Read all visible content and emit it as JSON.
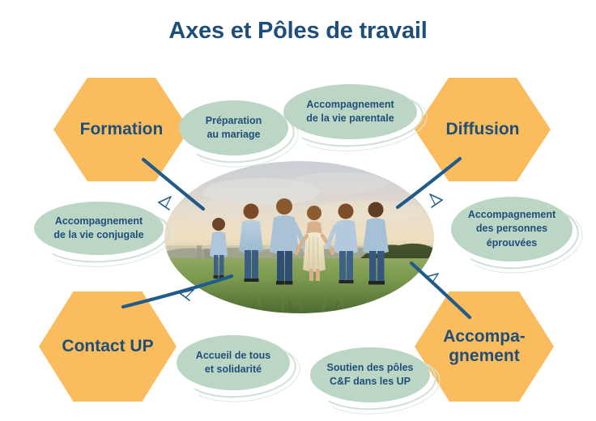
{
  "page": {
    "title": "Axes et Pôles de travail",
    "background_color": "#FFFFFF"
  },
  "colors": {
    "navy": "#1F4E79",
    "orange": "#FBBC5E",
    "sage_green": "#BCD6C6",
    "arrow_blue": "#1F5C8B"
  },
  "hexagons": [
    {
      "id": "formation",
      "label": "Formation",
      "position": "top-left"
    },
    {
      "id": "diffusion",
      "label": "Diffusion",
      "position": "top-right"
    },
    {
      "id": "contact-up",
      "label": "Contact UP",
      "position": "bottom-left"
    },
    {
      "id": "accompagnement",
      "label": "Accompa-\ngnement",
      "position": "bottom-right"
    }
  ],
  "tags": [
    {
      "id": "preparation-mariage",
      "line1": "Préparation",
      "line2": "au mariage",
      "line3": ""
    },
    {
      "id": "vie-parentale",
      "line1": "Accompagnement",
      "line2": "de la vie parentale",
      "line3": ""
    },
    {
      "id": "vie-conjugale",
      "line1": "Accompagnement",
      "line2": "de la vie conjugale",
      "line3": ""
    },
    {
      "id": "personnes-eprouvees",
      "line1": "Accompagnement",
      "line2": "des personnes",
      "line3": "éprouvées"
    },
    {
      "id": "accueil-solidarite",
      "line1": "Accueil de tous",
      "line2": "et solidarité",
      "line3": ""
    },
    {
      "id": "soutien-poles",
      "line1": "Soutien des pôles",
      "line2": "C&F dans les UP",
      "line3": ""
    }
  ],
  "center_image": {
    "alt": "Famille de six personnes de dos se tenant la main dans un champ au coucher du soleil",
    "shape": "ellipse"
  },
  "arrows": [
    {
      "id": "arrow-to-formation",
      "from": "center-image",
      "to": "formation",
      "direction": "up-left"
    },
    {
      "id": "arrow-to-diffusion",
      "from": "center-image",
      "to": "diffusion",
      "direction": "up-right"
    },
    {
      "id": "arrow-to-contact-up",
      "from": "center-image",
      "to": "contact-up",
      "direction": "down-left"
    },
    {
      "id": "arrow-to-accompagnement",
      "from": "center-image",
      "to": "accompagnement",
      "direction": "down-right"
    }
  ]
}
